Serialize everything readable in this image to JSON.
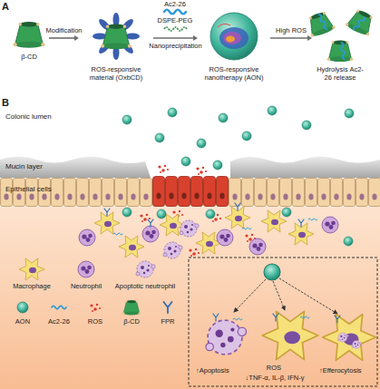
{
  "diagram": {
    "nodes": [
      {
        "text": [
          "β-CD"
        ]
      },
      {
        "text": [
          "ROS-responsive material (OxbCD)"
        ]
      },
      {
        "text": [
          "ROS-responsive nanotherapy (AON)"
        ]
      },
      {
        "text": [
          "Hydrolysis Ac2-26 release"
        ]
      }
    ],
    "edges": [
      {
        "from": 0,
        "to": 1,
        "label": "Modification",
        "arrow": "to"
      },
      {
        "from": 1,
        "to": 2,
        "label": "Nanoprecipitation",
        "arrow": "to"
      },
      {
        "from": 2,
        "to": 3,
        "label": "High ROS",
        "arrow": "to"
      }
    ],
    "labels": [
      "A",
      "Ac2-26",
      "DSPE-PEG",
      "B",
      "Colonic lumen",
      "Mucin layer",
      "Epithelial cells",
      "↑Apoptosis",
      "ROS",
      "↓TNF-α, IL-β, IFN-γ",
      "↑Efferocytosis"
    ],
    "legend": [
      {
        "text": "Macrophage"
      },
      {
        "text": "Neutrophil"
      },
      {
        "text": "Apoptotic neutrophil"
      },
      {
        "text": "AON"
      },
      {
        "text": "Ac2-26"
      },
      {
        "text": "ROS"
      },
      {
        "text": "β-CD"
      },
      {
        "text": "FPR"
      }
    ]
  }
}
